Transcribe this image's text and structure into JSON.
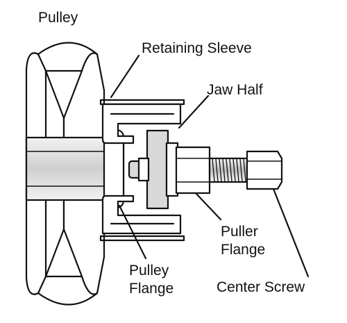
{
  "labels": {
    "pulley": "Pulley",
    "retaining_sleeve": "Retaining Sleeve",
    "jaw_half": "Jaw Half",
    "puller_flange_line1": "Puller",
    "puller_flange_line2": "Flange",
    "pulley_flange_line1": "Pulley",
    "pulley_flange_line2": "Flange",
    "center_screw": "Center Screw"
  }
}
